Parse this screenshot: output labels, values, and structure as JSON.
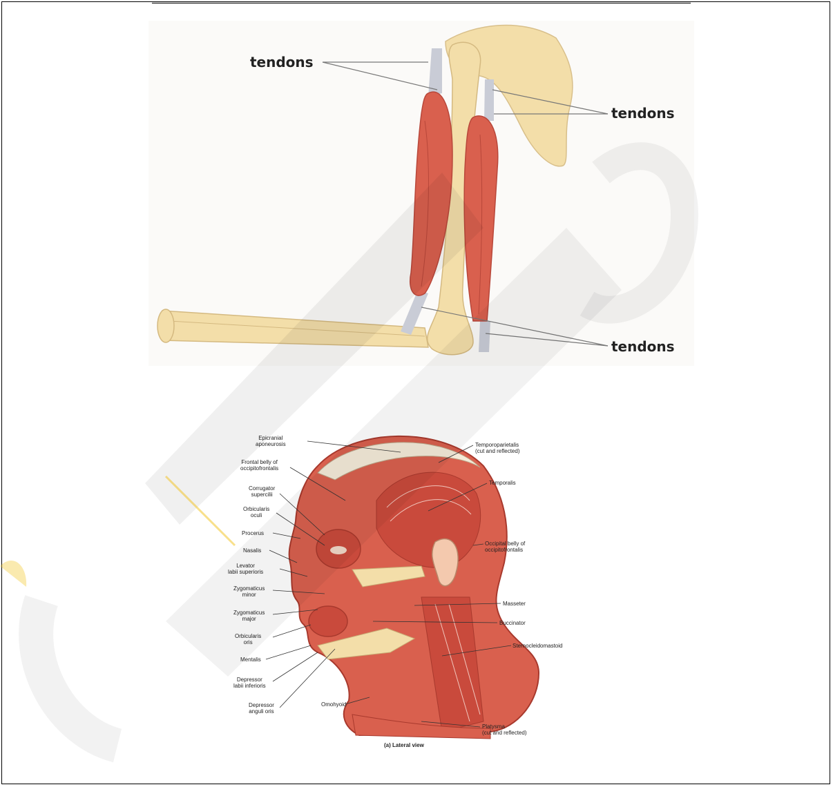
{
  "arm": {
    "labels": {
      "tendons_top_left": "tendons",
      "tendons_right_upper": "tendons",
      "tendons_right_lower": "tendons"
    },
    "colors": {
      "muscle": "#d9604e",
      "bone": "#f3dea9",
      "tendon": "#c9ccd6"
    }
  },
  "head": {
    "left_labels": [
      "Epicranial\naponeurosis",
      "Frontal belly of\noccipitofrontalis",
      "Corrugator\nsupercilii",
      "Orbicularis\noculi",
      "Procerus",
      "Nasalis",
      "Levator\nlabii superioris",
      "Zygomaticus\nminor",
      "Zygomaticus\nmajor",
      "Orbicularis\noris",
      "Mentalis",
      "Depressor\nlabii inferioris",
      "Depressor\nanguli oris",
      "Omohyoid"
    ],
    "right_labels": [
      "Temporoparietalis\n(cut and reflected)",
      "Temporalis",
      "Occipital belly of\noccipitofrontalis",
      "Masseter",
      "Buccinator",
      "Sternocleidomastoid",
      "Platysma\n(cut and reflected)"
    ],
    "caption": "(a) Lateral view"
  }
}
